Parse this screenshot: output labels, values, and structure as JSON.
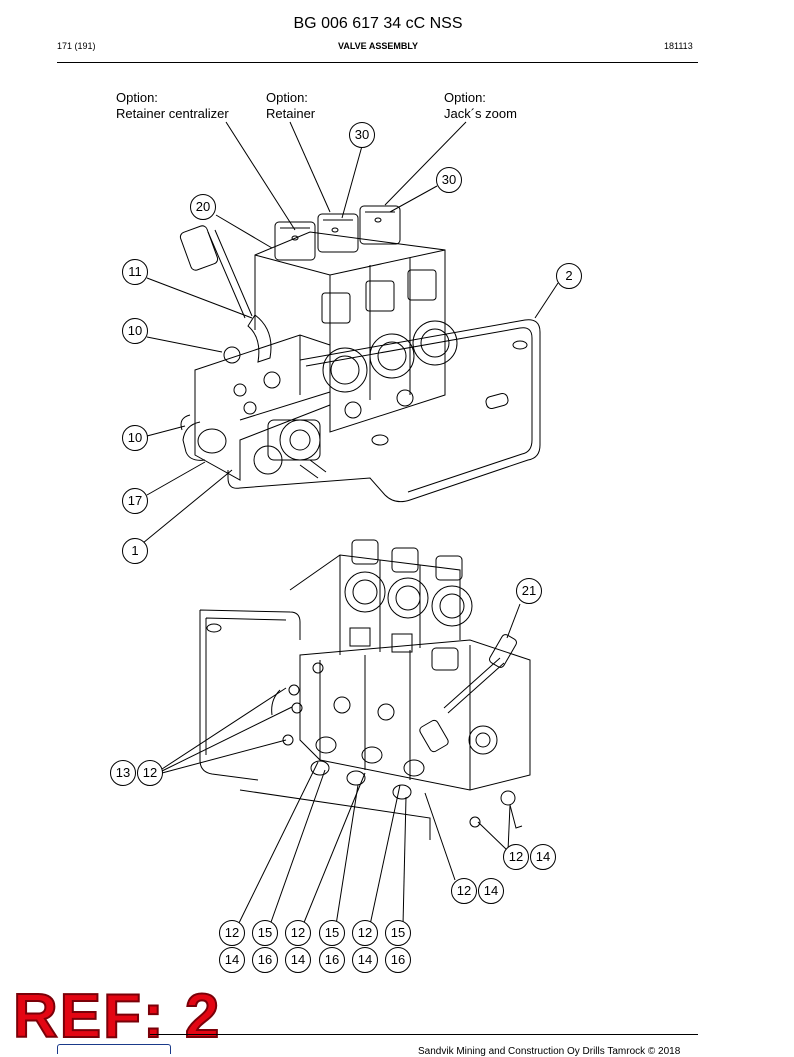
{
  "header": {
    "title": "BG 006 617 34 cC NSS",
    "page": "171 (191)",
    "section": "VALVE ASSEMBLY",
    "code": "181113"
  },
  "options": {
    "retainer_centralizer": [
      "Option:",
      "Retainer centralizer"
    ],
    "retainer": [
      "Option:",
      "Retainer"
    ],
    "jacks_zoom": [
      "Option:",
      "Jack´s zoom"
    ]
  },
  "callouts": {
    "c30a": "30",
    "c30b": "30",
    "c20": "20",
    "c11": "11",
    "c2": "2",
    "c10a": "10",
    "c10b": "10",
    "c17": "17",
    "c1": "1",
    "c21": "21",
    "c13": "13",
    "c12a": "12",
    "c12b": "12",
    "c14b": "14",
    "c12c": "12",
    "c14c": "14",
    "g12a": "12",
    "g15a": "15",
    "g12b": "12",
    "g15b": "15",
    "g12c": "12",
    "g15c": "15",
    "g14a": "14",
    "g16a": "16",
    "g14b": "14",
    "g16b": "16",
    "g14c": "14",
    "g16c": "16"
  },
  "stamp": "REF: 2",
  "footer": "Sandvik Mining and Construction Oy Drills Tamrock © 2018",
  "colors": {
    "stamp": "#e30613",
    "line": "#000000"
  }
}
